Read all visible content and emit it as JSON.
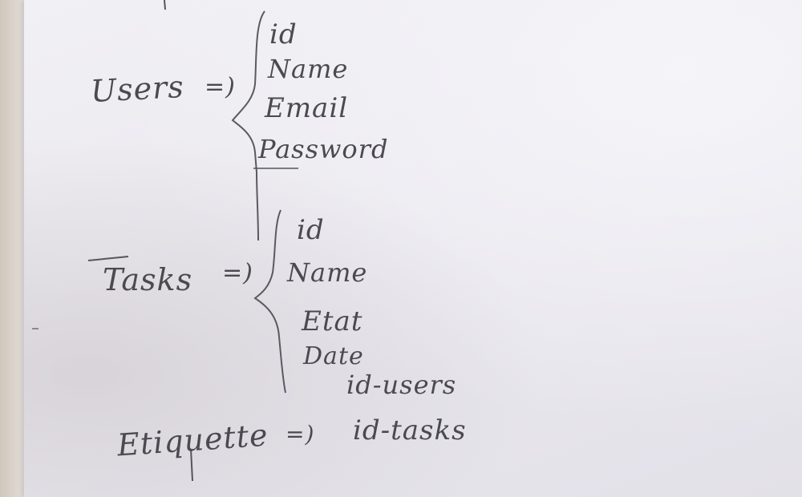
{
  "entities": {
    "users": {
      "name": "Users",
      "arrow": "=)",
      "fields": [
        "id",
        "Name",
        "Email",
        "Password"
      ]
    },
    "tasks": {
      "name": "Tasks",
      "arrow": "=)",
      "fields": [
        "id",
        "Name",
        "Etat",
        "Date",
        "id-users"
      ]
    },
    "etiquette": {
      "name": "Etiquette",
      "arrow": "=)",
      "fields": [
        "id-tasks"
      ]
    }
  },
  "colors": {
    "ink": "#4a4a50",
    "paper": "#e9e7ee"
  }
}
